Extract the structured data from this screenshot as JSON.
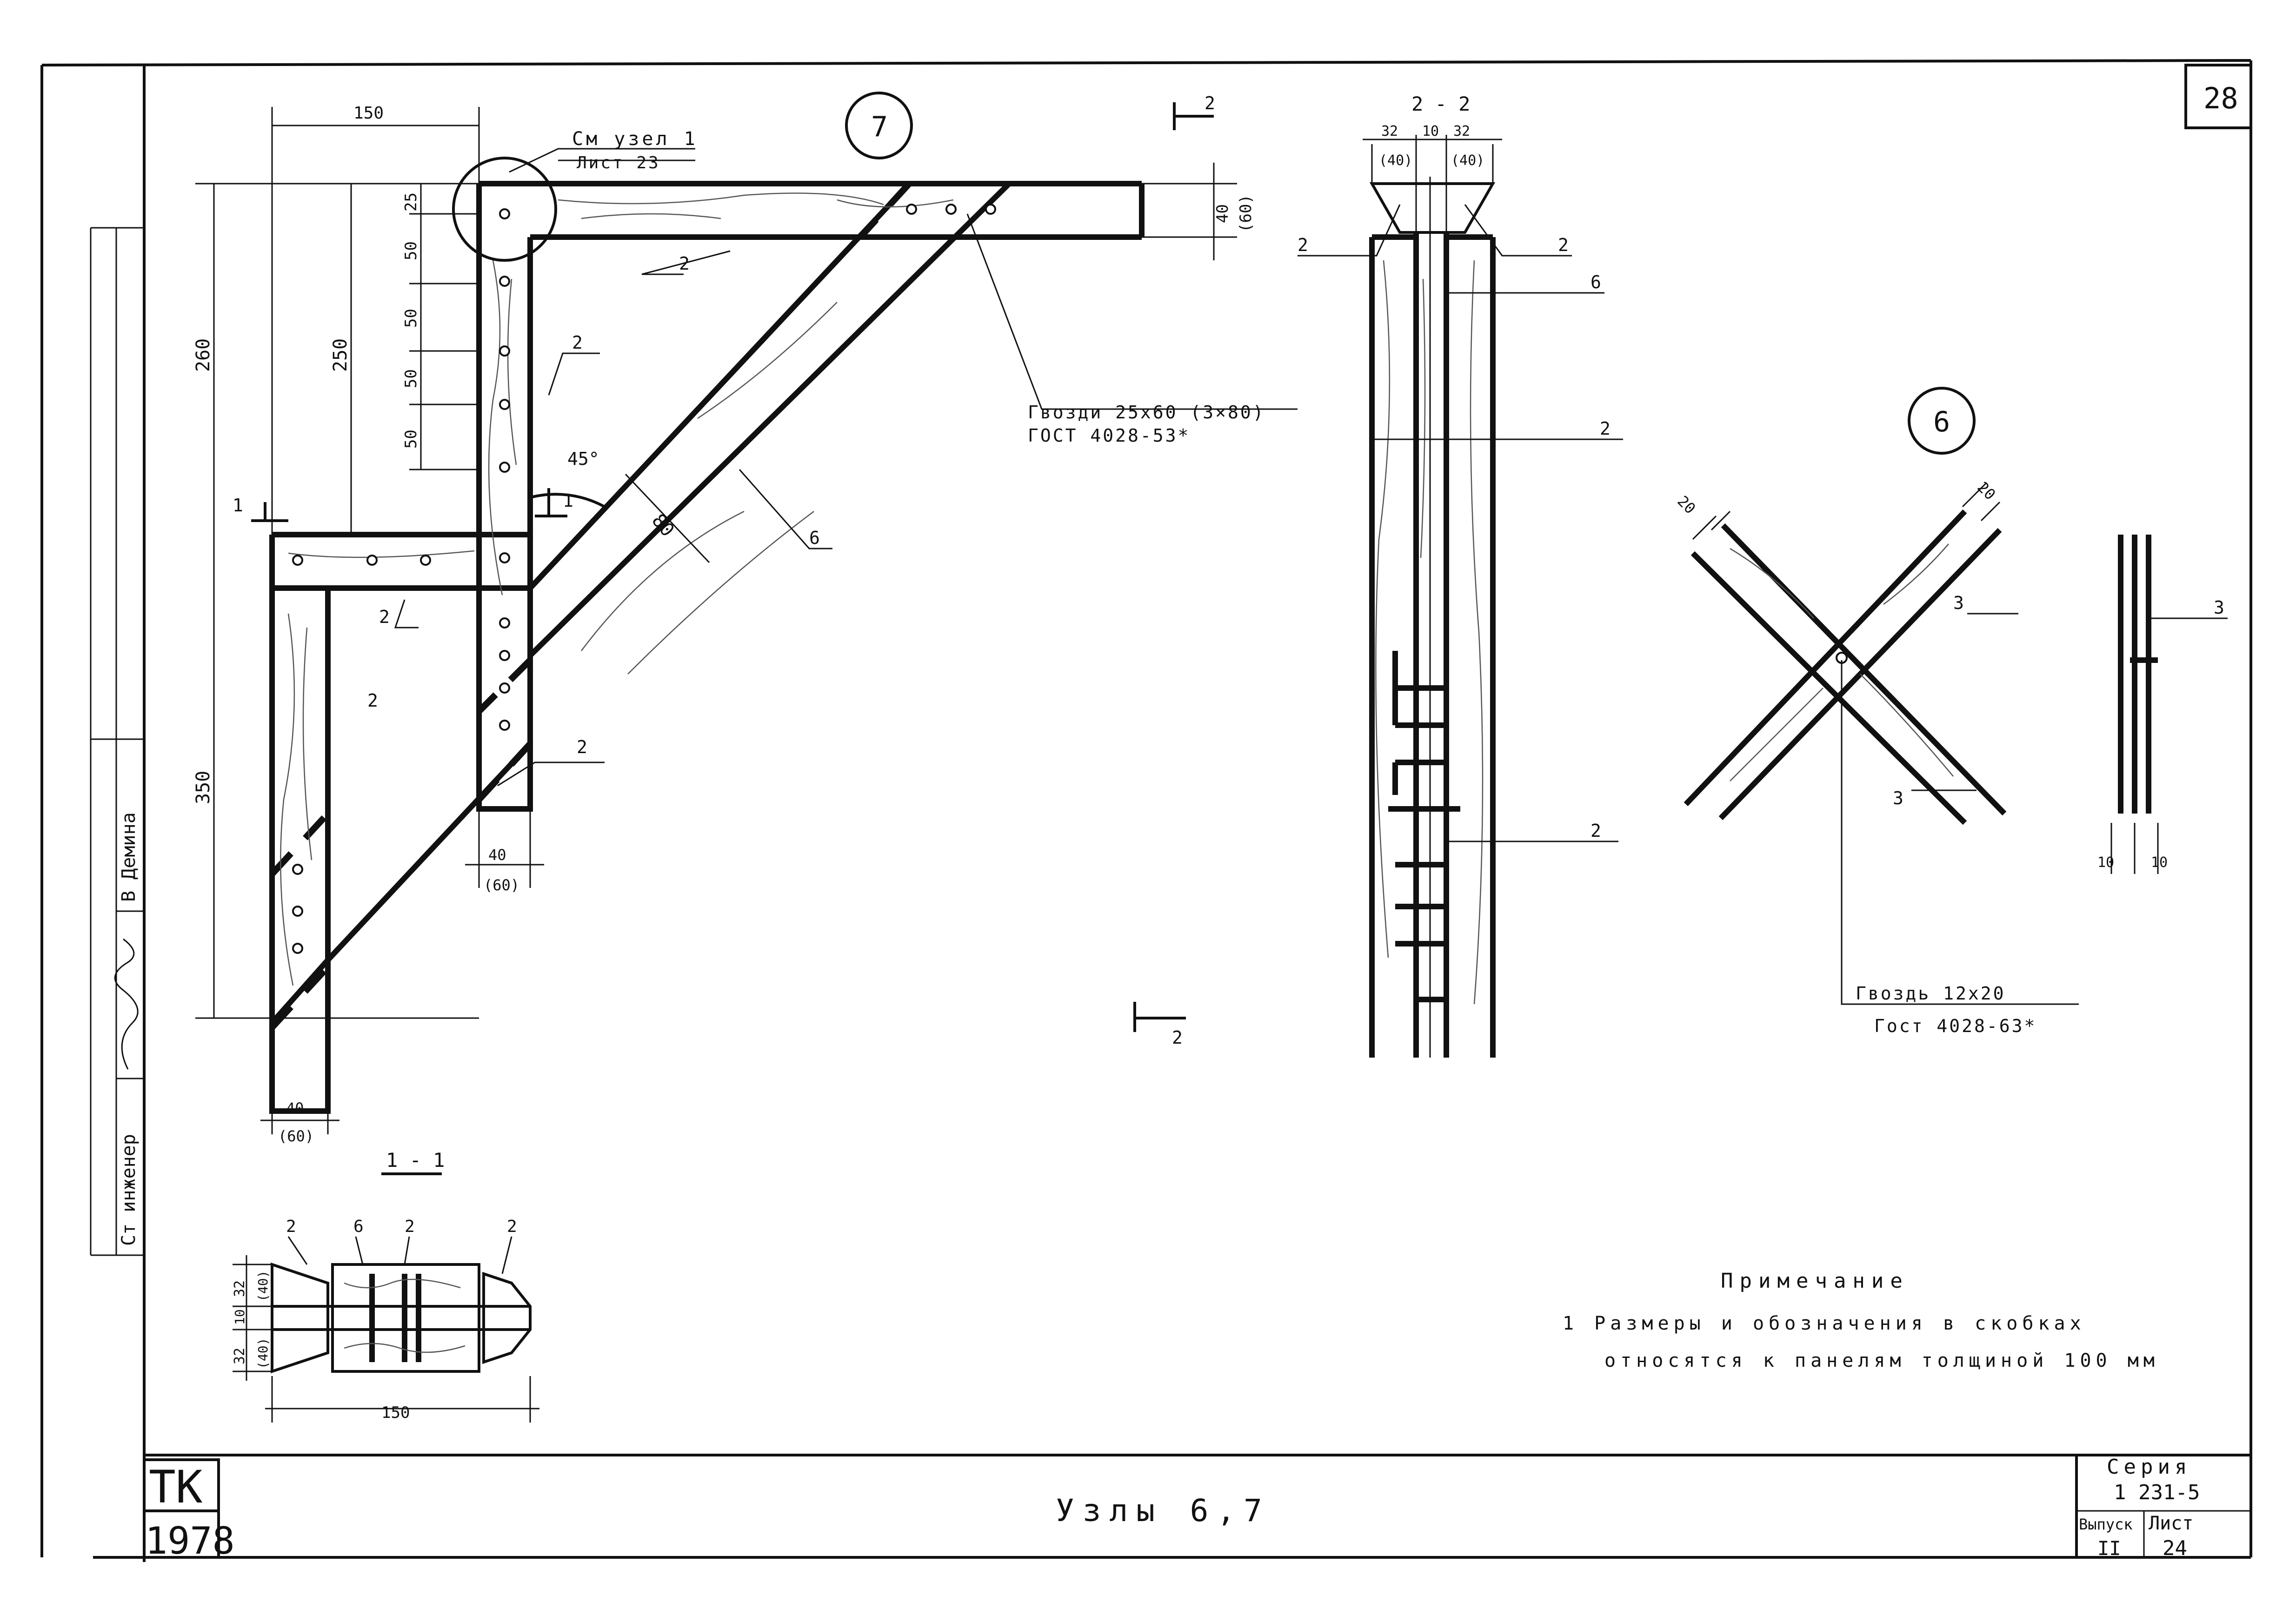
{
  "sheet": {
    "page_number": "28",
    "title": "Узлы 6,7",
    "stamp_org": "ТК",
    "stamp_year": "1978",
    "series_label": "Серия",
    "series_value": "1 231-5",
    "issue_label": "Выпуск",
    "issue_value": "II",
    "sheet_label": "Лист",
    "sheet_value": "24",
    "side_position": "Ст инженер",
    "side_name": "В Демина"
  },
  "node7": {
    "label": "7",
    "ref_line1": "См узел 1",
    "ref_line2": "Лист 23",
    "nails_line1": "Гвозди 25х60 (3×80)",
    "nails_line2": "ГОСТ 4028-53*",
    "angle": "45°",
    "dim_top": "150",
    "dim_260": "260",
    "dim_250": "250",
    "dim_25": "25",
    "dim_50a": "50",
    "dim_50b": "50",
    "dim_50c": "50",
    "dim_50d": "50",
    "dim_350": "350",
    "dim_80": "80",
    "dim_40_right": "40",
    "dim_60_right": "(60)",
    "dim_40_col": "40",
    "dim_60_col": "(60)",
    "dim_40_post": "40",
    "dim_60_post": "(60)",
    "part_2": "2",
    "part_6": "6",
    "cut1": "1",
    "cut2": "2"
  },
  "section11": {
    "title": "1 - 1",
    "d32a": "32",
    "d40a": "(40)",
    "d10": "10",
    "d32b": "32",
    "d40b": "(40)",
    "d150": "150",
    "p2": "2",
    "p6": "6"
  },
  "section22": {
    "title": "2 - 2",
    "d32a": "32",
    "d10": "10",
    "d32b": "32",
    "d40a": "(40)",
    "d40b": "(40)",
    "p2": "2",
    "p6": "6"
  },
  "node6": {
    "label": "6",
    "d20a": "20",
    "d20b": "20",
    "d10a": "10",
    "d10b": "10",
    "p3": "3",
    "nail_line1": "Гвоздь 12х20",
    "nail_line2": "Гост 4028-63*"
  },
  "note": {
    "title": "Примечание",
    "line1": "1 Размеры и обозначения в скобках",
    "line2": "относятся к панелям толщиной 100 мм"
  }
}
